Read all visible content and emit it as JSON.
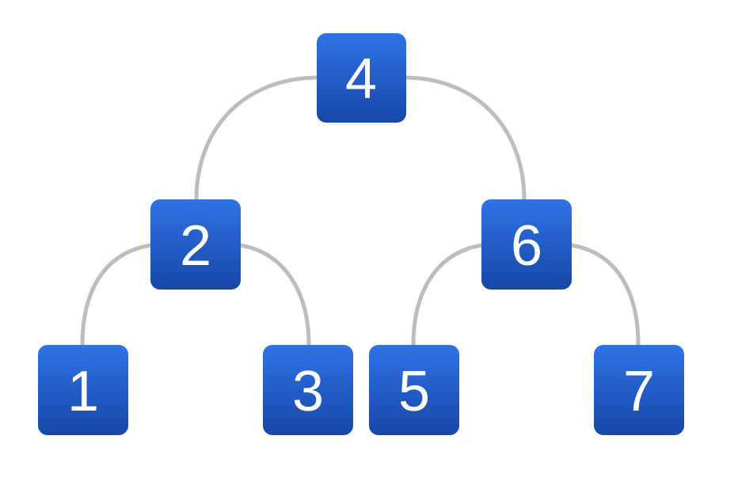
{
  "tree": {
    "colors": {
      "node_top": "#2f73e6",
      "node_bottom": "#1747a8",
      "node_text": "#ffffff",
      "edge": "#bdbdbd",
      "background": "#ffffff"
    },
    "nodes": [
      {
        "id": "n4",
        "label": "4"
      },
      {
        "id": "n2",
        "label": "2"
      },
      {
        "id": "n6",
        "label": "6"
      },
      {
        "id": "n1",
        "label": "1"
      },
      {
        "id": "n3",
        "label": "3"
      },
      {
        "id": "n5",
        "label": "5"
      },
      {
        "id": "n7",
        "label": "7"
      }
    ],
    "edges": [
      {
        "from": "4",
        "to": "2"
      },
      {
        "from": "4",
        "to": "6"
      },
      {
        "from": "2",
        "to": "1"
      },
      {
        "from": "2",
        "to": "3"
      },
      {
        "from": "6",
        "to": "5"
      },
      {
        "from": "6",
        "to": "7"
      }
    ]
  }
}
